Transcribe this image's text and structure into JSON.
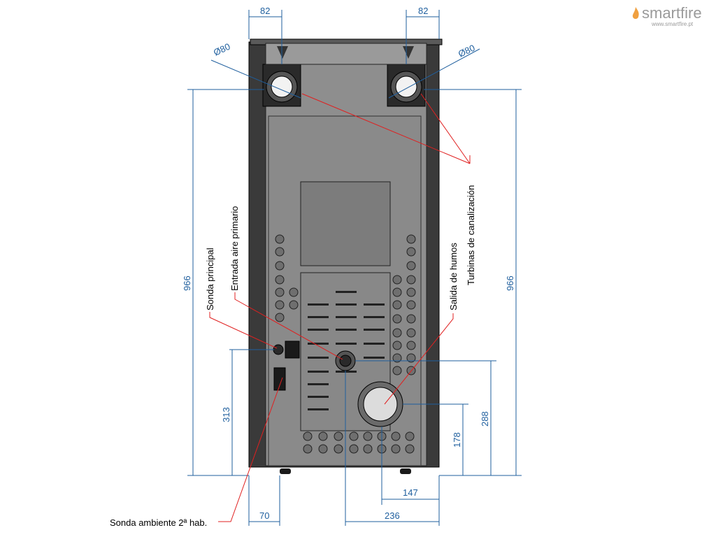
{
  "brand": {
    "name": "smartfire",
    "url": "www.smartfire.pt"
  },
  "dimensions": {
    "top_left_width": "82",
    "top_right_width": "82",
    "left_diameter": "Ø80",
    "right_diameter": "Ø80",
    "left_height": "966",
    "right_height": "966",
    "probe_height": "313",
    "outlet_height": "288",
    "outlet_center": "178",
    "outlet_offset": "147",
    "bottom_left_width": "70",
    "bottom_center_width": "236"
  },
  "labels": {
    "main_probe": "Sonda principal",
    "primary_air_inlet": "Entrada aire primario",
    "smoke_outlet": "Salida de humos",
    "ducting_turbines": "Turbinas de canalización",
    "room2_probe": "Sonda ambiente 2ª hab."
  },
  "colors": {
    "dimension": "#1f5f9e",
    "leader": "#e02020",
    "panel": "#8e8e8e",
    "frame": "#3a3a3a",
    "background": "#ffffff"
  }
}
